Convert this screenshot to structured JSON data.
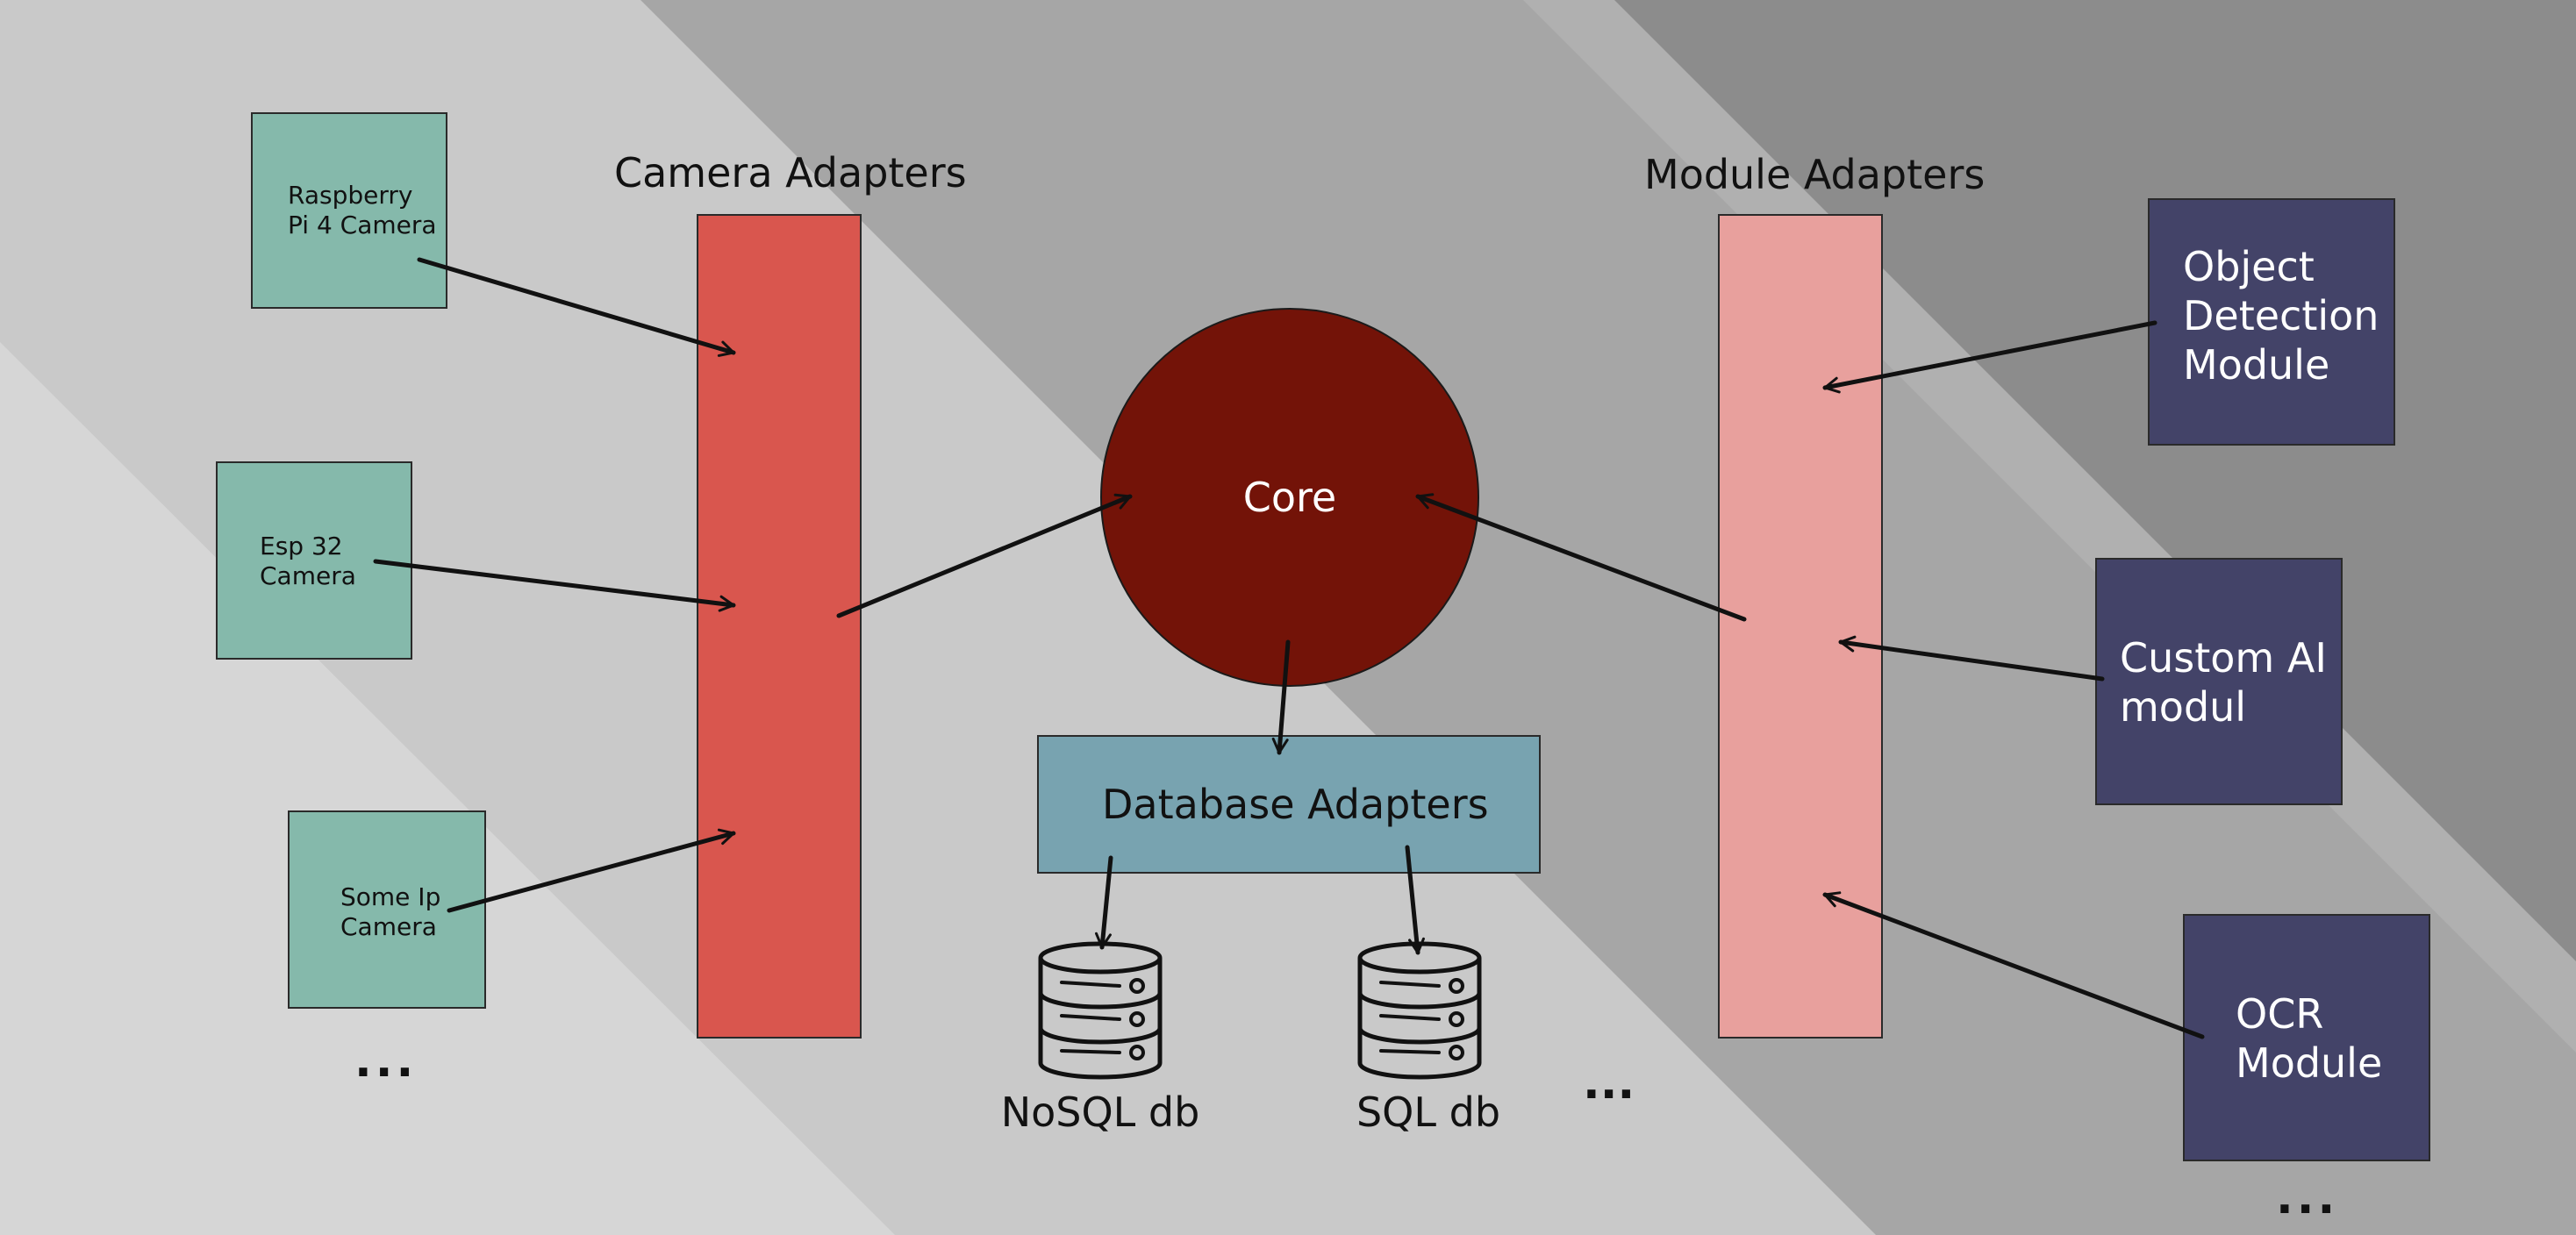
{
  "colors": {
    "bg_band_1": "#d6d6d6",
    "bg_band_2": "#c9c9c9",
    "bg_band_3": "#b0b0b0",
    "bg_band_4": "#a6a6a6",
    "bg_band_5": "#8c8c8c",
    "camera_box": "#85b9ab",
    "camera_adapter_bar": "#d9564e",
    "module_adapter_bar": "#e8a09d",
    "core": "#731308",
    "database_adapter": "#78a3b0",
    "module_box": "#434368"
  },
  "headings": {
    "camera_adapters": "Camera Adapters",
    "module_adapters": "Module Adapters"
  },
  "cameras": [
    {
      "label": "Raspberry\nPi 4 Camera"
    },
    {
      "label": "Esp 32\nCamera"
    },
    {
      "label": "Some Ip\nCamera"
    }
  ],
  "camera_more": "...",
  "core": {
    "label": "Core"
  },
  "database_adapters": {
    "label": "Database Adapters"
  },
  "databases": [
    {
      "label": "NoSQL db",
      "icon": "database-icon"
    },
    {
      "label": "SQL db",
      "icon": "database-icon"
    }
  ],
  "database_more": "...",
  "modules": [
    {
      "label": "Object\nDetection\nModule"
    },
    {
      "label": "Custom AI\nmodul"
    },
    {
      "label": "OCR\nModule"
    }
  ],
  "module_more": "..."
}
